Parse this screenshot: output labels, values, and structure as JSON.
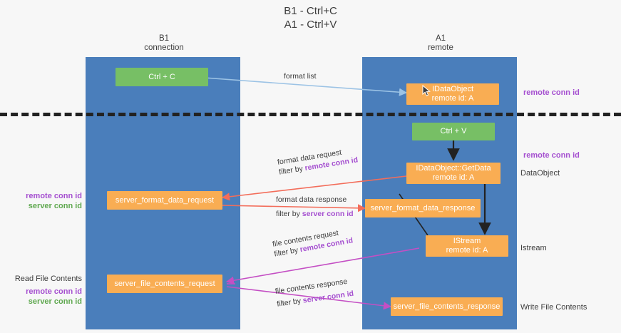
{
  "title": "B1 - Ctrl+C\nA1 - Ctrl+V",
  "columns": [
    {
      "name": "B1",
      "sub": "connection"
    },
    {
      "name": "A1",
      "sub": "remote"
    }
  ],
  "nodes": {
    "ctrl_c": "Ctrl + C",
    "ctrl_v": "Ctrl + V",
    "idataobject_line1": "IDataObject",
    "idataobject_line2": "remote id: A",
    "getdata_line1": "IDataObject::GetData",
    "getdata_line2": "remote id: A",
    "istream_line1": "IStream",
    "istream_line2": "remote id: A",
    "server_format_data_request": "server_format_data_request",
    "server_format_data_response": "server_format_data_response",
    "server_file_contents_request": "server_file_contents_request",
    "server_file_contents_response": "server_file_contents_response"
  },
  "edges": {
    "format_list": "format list",
    "format_data_request": "format data request",
    "format_data_request_filter_prefix": "filter by ",
    "format_data_request_filter_key": "remote conn id",
    "format_data_response": "format data response",
    "format_data_response_filter_prefix": "filter by ",
    "format_data_response_filter_key": "server conn id",
    "file_contents_request": "file contents request",
    "file_contents_request_filter_prefix": "filter by ",
    "file_contents_request_filter_key": "remote conn id",
    "file_contents_response": "file contents response",
    "file_contents_response_filter_prefix": "filter by ",
    "file_contents_response_filter_key": "server conn id"
  },
  "right_labels": {
    "remote_conn_id_top": "remote conn id",
    "remote_conn_id_mid": "remote conn id",
    "dataobject": "DataObject",
    "istream": "Istream",
    "write_file_contents": "Write File Contents"
  },
  "left_labels": {
    "remote_conn_id": "remote conn id",
    "server_conn_id": "server conn id",
    "read_file_contents": "Read File Contents",
    "remote_conn_id_2": "remote conn id",
    "server_conn_id_2": "server conn id"
  },
  "colors": {
    "lane": "#4a7ebb",
    "node_orange": "#f9ad53",
    "node_green": "#77bf65",
    "purple": "#a54fd0",
    "green_text": "#5fa84f",
    "arrow_blue": "#9cc3e5",
    "arrow_red": "#f36d5a",
    "arrow_magenta": "#c44fc4",
    "arrow_black": "#222222",
    "background": "#f7f7f7"
  }
}
